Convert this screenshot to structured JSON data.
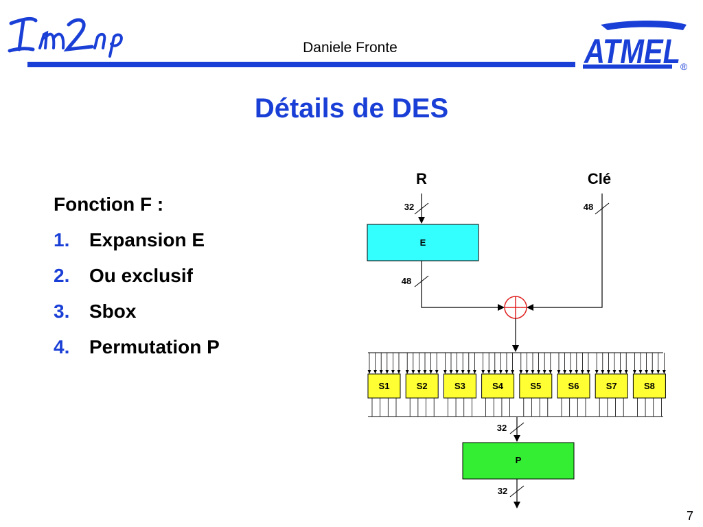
{
  "header": {
    "logo_left": "Im2np",
    "author": "Daniele Fronte",
    "logo_right": "ATMEL",
    "registered_mark": "®",
    "accent_color": "#1a3fd6"
  },
  "title": "Détails de DES",
  "function": {
    "heading": "Fonction F :",
    "steps": [
      {
        "num": "1.",
        "label": "Expansion E"
      },
      {
        "num": "2.",
        "label": "Ou exclusif"
      },
      {
        "num": "3.",
        "label": "Sbox"
      },
      {
        "num": "4.",
        "label": "Permutation P"
      }
    ]
  },
  "diagram": {
    "input_r": "R",
    "input_key": "Clé",
    "r_bits": "32",
    "key_bits": "48",
    "expansion_label": "E",
    "expansion_out_bits": "48",
    "xor_symbol": "xor-icon",
    "sboxes": [
      "S1",
      "S2",
      "S3",
      "S4",
      "S5",
      "S6",
      "S7",
      "S8"
    ],
    "sbox_out_bits": "32",
    "permutation_label": "P",
    "p_out_bits": "32",
    "colors": {
      "expansion_fill": "#33ffff",
      "sbox_fill": "#ffff33",
      "permutation_fill": "#33ee33",
      "xor_stroke": "#e02020"
    }
  },
  "footer": {
    "page_number": "7"
  }
}
